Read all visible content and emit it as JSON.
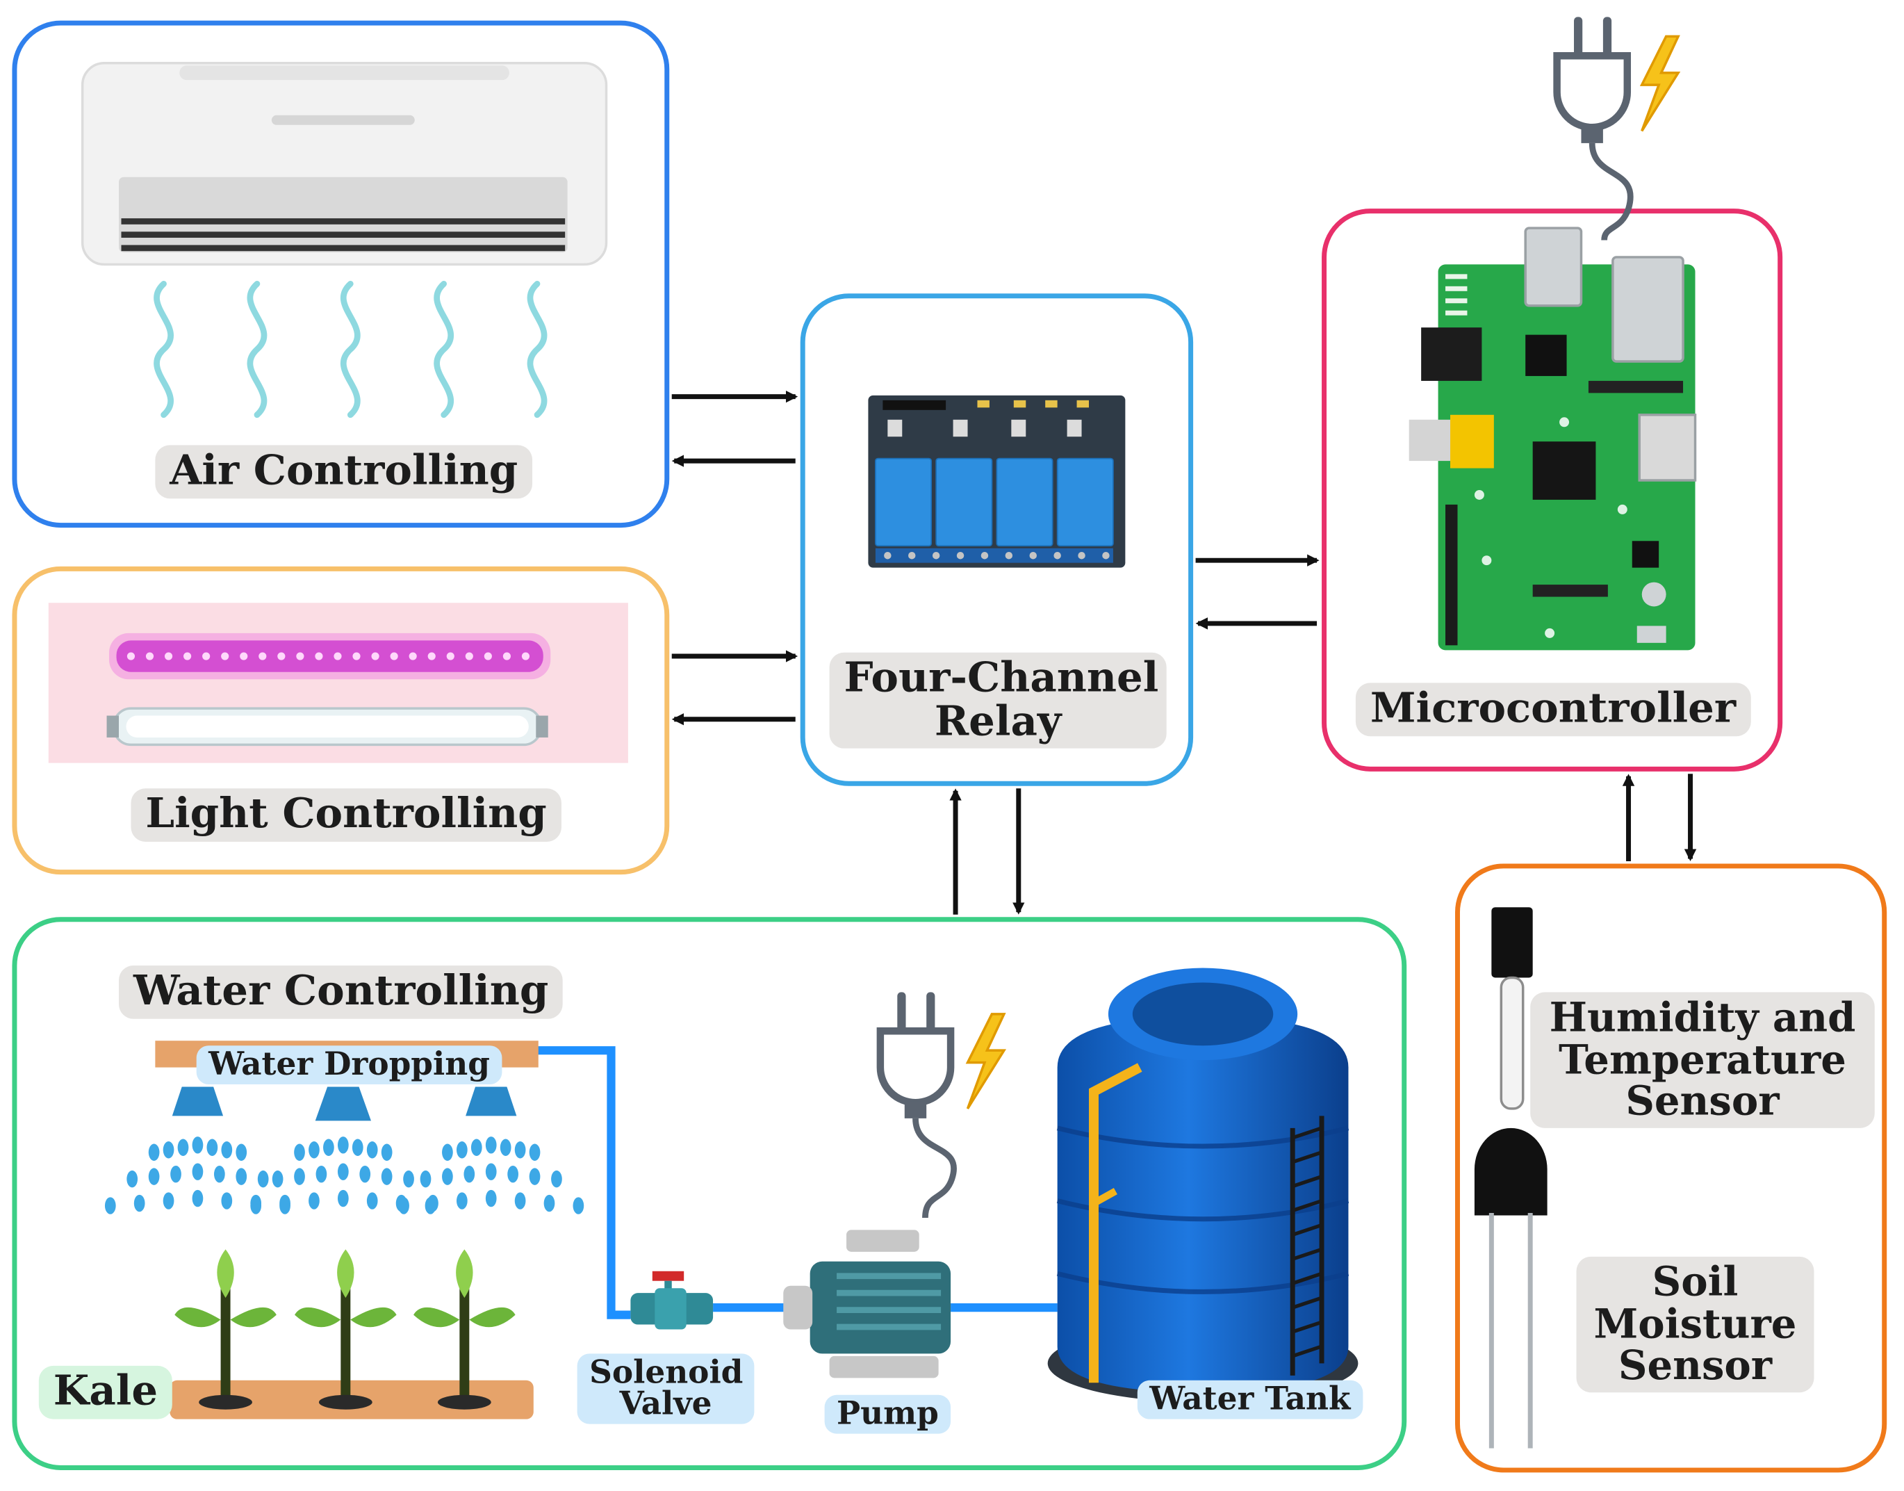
{
  "colors": {
    "air_border": "#2f80ed",
    "light_border": "#f7c06a",
    "relay_border": "#3aa6e6",
    "micro_border": "#e8306b",
    "water_border": "#3ccf86",
    "sensor_border": "#f07a1a",
    "arrow": "#111111",
    "pipe": "#1e90ff",
    "label_bg": "#e6e4e2",
    "sublabel_bg": "#cfe9fb"
  },
  "nodes": {
    "air": {
      "label": "Air Controlling",
      "icon": "air-conditioner-icon"
    },
    "light": {
      "label": "Light Controlling",
      "icon": "grow-light-tube-icon"
    },
    "relay": {
      "label_line1": "Four-Channel",
      "label_line2": "Relay",
      "icon": "relay-module-icon"
    },
    "micro": {
      "label": "Microcontroller",
      "icon": "raspberry-pi-board-icon"
    },
    "water": {
      "label": "Water Controlling",
      "dropping": "Water Dropping",
      "kale": "Kale",
      "valve_line1": "Solenoid",
      "valve_line2": "Valve",
      "pump": "Pump",
      "tank": "Water Tank"
    },
    "sensors": {
      "humidity_line1": "Humidity and",
      "humidity_line2": "Temperature",
      "humidity_line3": "Sensor",
      "soil_line1": "Soil",
      "soil_line2": "Moisture",
      "soil_line3": "Sensor"
    }
  },
  "edges": [
    {
      "from": "air",
      "to": "relay"
    },
    {
      "from": "relay",
      "to": "air"
    },
    {
      "from": "light",
      "to": "relay"
    },
    {
      "from": "relay",
      "to": "light"
    },
    {
      "from": "relay",
      "to": "micro"
    },
    {
      "from": "micro",
      "to": "relay"
    },
    {
      "from": "water",
      "to": "relay"
    },
    {
      "from": "relay",
      "to": "water"
    },
    {
      "from": "sensors",
      "to": "micro"
    },
    {
      "from": "micro",
      "to": "sensors"
    }
  ]
}
